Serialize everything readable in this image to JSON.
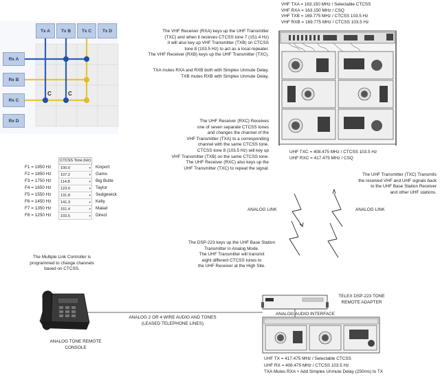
{
  "matrix": {
    "tx_headers": [
      "Tx A",
      "Tx B",
      "Tx C",
      "Tx D"
    ],
    "rx_labels": [
      "Rx A",
      "Rx B",
      "Rx C",
      "Rx D"
    ],
    "cell_labels": [
      "C",
      "C"
    ],
    "colors": {
      "header_bg": "#bccde8",
      "blue_line": "#2c5fb4",
      "yellow_line": "#e8c43a",
      "node_blue": "#1f4fa8",
      "node_yellow": "#e4b92c"
    }
  },
  "ctcss": {
    "header": "CTCSS Tone (Hz)",
    "rows": [
      {
        "freq": "F1 = 1950 Hz",
        "tone": "100.0",
        "site": "Kinport"
      },
      {
        "freq": "F2 = 1850 Hz",
        "tone": "107.2",
        "site": "Gams"
      },
      {
        "freq": "F3 = 1750 Hz",
        "tone": "114.8",
        "site": "Big Butte"
      },
      {
        "freq": "F4 = 1650 Hz",
        "tone": "123.0",
        "site": "Taylor"
      },
      {
        "freq": "F5 = 1550 Hz",
        "tone": "131.8",
        "site": "Sedgewick"
      },
      {
        "freq": "F6 = 1450 Hz",
        "tone": "141.3",
        "site": "Kelly"
      },
      {
        "freq": "F7 = 1350 Hz",
        "tone": "151.4",
        "site": "Malad"
      },
      {
        "freq": "F8 = 1250 Hz",
        "tone": "103.5",
        "site": "Direct"
      }
    ]
  },
  "texts": {
    "vhf_specs": [
      "VHF TXA = 163.150 MHz / Selectable CTCSS",
      "VHF RXA = 163.150 MHz / CSQ",
      "VHF TXB = 169.775 MHz / CTCSS 103.5 Hz",
      "VHF RXB = 169.775 MHz / CTCSS 103.5 Hz"
    ],
    "vhf_rxa_desc": [
      "The VHF Receiver (RXA) keys up the UHF Transmitter",
      "(TXC) and when it receives CTCSS tone 7 (151.4 Hz)",
      "it will also key up VHF Transmitter (TXB) on CTCSS",
      "tone 8 (103.5 Hz) to act as a local repeater.",
      "The VHF Receiver (RXB) keys up the UHF Transmitter (TXC)."
    ],
    "txa_mutes": [
      "TXA mutes RXA and RXB both with Simplex Unmute Delay.",
      "TXB mutes RXB with Simplex Unmute Delay."
    ],
    "uhf_site_specs": [
      "UHF TXC = 408.475 MHz / CTCSS 103.5 Hz",
      "UHF RXC = 417.475 MHz / CSQ"
    ],
    "uhf_rxc_desc": [
      "The UHF Receiver (RXC) Receives",
      "one of seven separate CTCSS tones",
      "and changes the channel of the",
      "VHF Transmitter (TXA) to a corresponding",
      "channel with the same CTCSS tone.",
      "CTCSS tone 8 (103.5 Hz) will key up",
      "VHF Transmitter (TXB) on the same CTCSS tone.",
      "The UHF Receiver (RXC) also keys up the",
      "UHF Transmitter (TXC) to repeat the signal."
    ],
    "uhf_txc_desc": [
      "The UHF Transmitter (TXC) Transmits",
      "the received VHF and UHF signals back",
      "to the UHF Base Station Receiver",
      "and other UHF stations."
    ],
    "analog_link_left": "ANALOG LINK",
    "analog_link_right": "ANALOG LINK",
    "dsp_desc": [
      "The DSP-223 keys up the UHF Base Station",
      "Transmitter in Analog Mode.",
      "The UHF Transmitter will transmit",
      "eight different CTCSS tones to",
      "the UHF Receiver at the High Site."
    ],
    "mlc_desc": [
      "The Multiple Link Controller is",
      "programmed to change channels",
      "based on CTCSS."
    ],
    "telex_title": [
      "TELEX DSP-223 TONE",
      "REMOTE ADAPTER"
    ],
    "analog_audio_interface": "ANALOG AUDIO INTERFACE",
    "console_label": [
      "ANALOG TONE REMOTE",
      "CONSOLE"
    ],
    "leased_lines": [
      "ANALOG 2 OR 4 WIRE AUDIO AND TONES",
      "(LEASED TELEPHONE LINES)"
    ],
    "base_specs": [
      "UHF TX = 417.475 MHz / Selectable CTCSS",
      "UHF RX = 408.475 MHz / CTCSS 103.5 Hz",
      "TXA Mutes RXA + Add Simplex Unmute Delay (250ms) to TX"
    ]
  }
}
